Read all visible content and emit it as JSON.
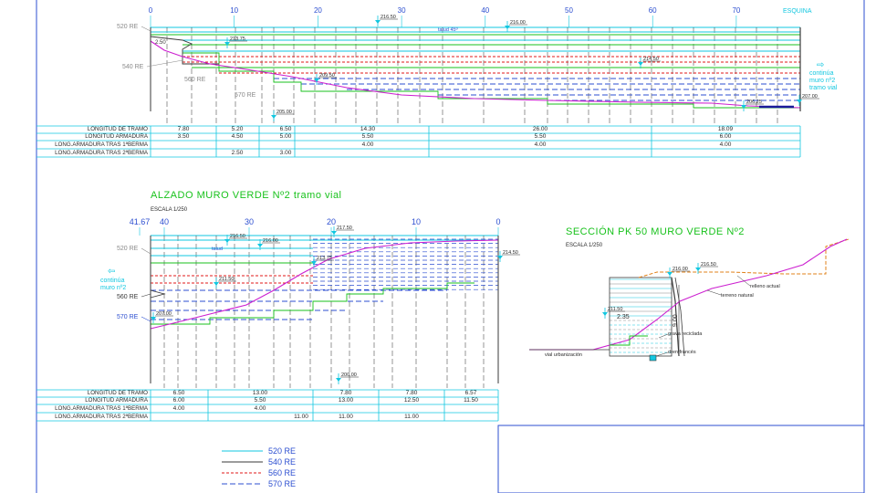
{
  "colors": {
    "blue": "#2d4fd0",
    "cyan": "#12c7e0",
    "green": "#18c21c",
    "red": "#e01818",
    "magenta": "#cc1fd0",
    "orange": "#e08018",
    "dark": "#3a3a3a",
    "grey": "#8a8a8a"
  },
  "top": {
    "axis_ticks": [
      "0",
      "10",
      "20",
      "30",
      "40",
      "50",
      "60",
      "70"
    ],
    "axis_end_label": "ESQUINA",
    "left_labels": [
      "520 RE",
      "540 RE",
      "560 RE",
      "570 RE"
    ],
    "elevations": [
      "216.50",
      "216.00",
      "213.75",
      "214.50",
      "209.50",
      "207.00",
      "206.25",
      "205.00"
    ],
    "talud_label": "talud 45º",
    "small_dims": [
      "2.50"
    ],
    "continue_note": [
      "continúa",
      "muro nº2",
      "tramo vial"
    ],
    "table_headers": [
      "LONGITUD DE TRAMO",
      "LONGITUD ARMADURA",
      "LONG.ARMADURA TRAS 1ªBERMA",
      "LONG.ARMADURA TRAS 2ªBERMA"
    ],
    "tramo": [
      "7.80",
      "5.20",
      "6.50",
      "14.30",
      "26.00",
      "18.09"
    ],
    "armadura": [
      "3.50",
      "4.50",
      "5.00",
      "5.50",
      "5.50",
      "6.00"
    ],
    "berma1": [
      "4.00",
      "4.00",
      "4.00"
    ],
    "berma2": [
      "2.50",
      "3.00"
    ]
  },
  "bottom": {
    "title": "ALZADO MURO VERDE Nº2 tramo vial",
    "scale": "ESCALA 1/250",
    "axis_ticks": [
      "41.67",
      "40",
      "30",
      "20",
      "10",
      "0"
    ],
    "left_labels": [
      "520 RE",
      "560 RE",
      "570 RE"
    ],
    "continue_note": [
      "continúa",
      "muro nº2"
    ],
    "elevations": [
      "216.50",
      "216.00",
      "217.50",
      "213.75",
      "214.50",
      "211.50",
      "207.00",
      "200.00"
    ],
    "talud_label": "talud",
    "tramo": [
      "6.50",
      "13.00",
      "7.80",
      "7.80",
      "6.57"
    ],
    "armadura": [
      "6.00",
      "5.50",
      "13.00",
      "12.50",
      "11.50"
    ],
    "berma1": [
      "4.00",
      "4.00"
    ],
    "berma2": [
      "11.00",
      "11.00",
      "11.00"
    ]
  },
  "section": {
    "title": "SECCIÓN PK 50 MURO VERDE Nº2",
    "scale": "ESCALA 1/250",
    "labels": {
      "e1": "216.00",
      "e2": "216.50",
      "e3": "211.50",
      "dim": "2.35",
      "height": "9.00",
      "relleno": "relleno actual",
      "terreno": "terreno natural",
      "grava": "grava reciclada",
      "dren": "dren francés",
      "vial": "vial urbanización"
    }
  },
  "legend": [
    {
      "label": "520 RE",
      "color": "#12c7e0",
      "dash": "none"
    },
    {
      "label": "540 RE",
      "color": "#3a3a3a",
      "dash": "none"
    },
    {
      "label": "560 RE",
      "color": "#e01818",
      "dash": "3,2"
    },
    {
      "label": "570 RE",
      "color": "#2d4fd0",
      "dash": "6,3"
    }
  ]
}
